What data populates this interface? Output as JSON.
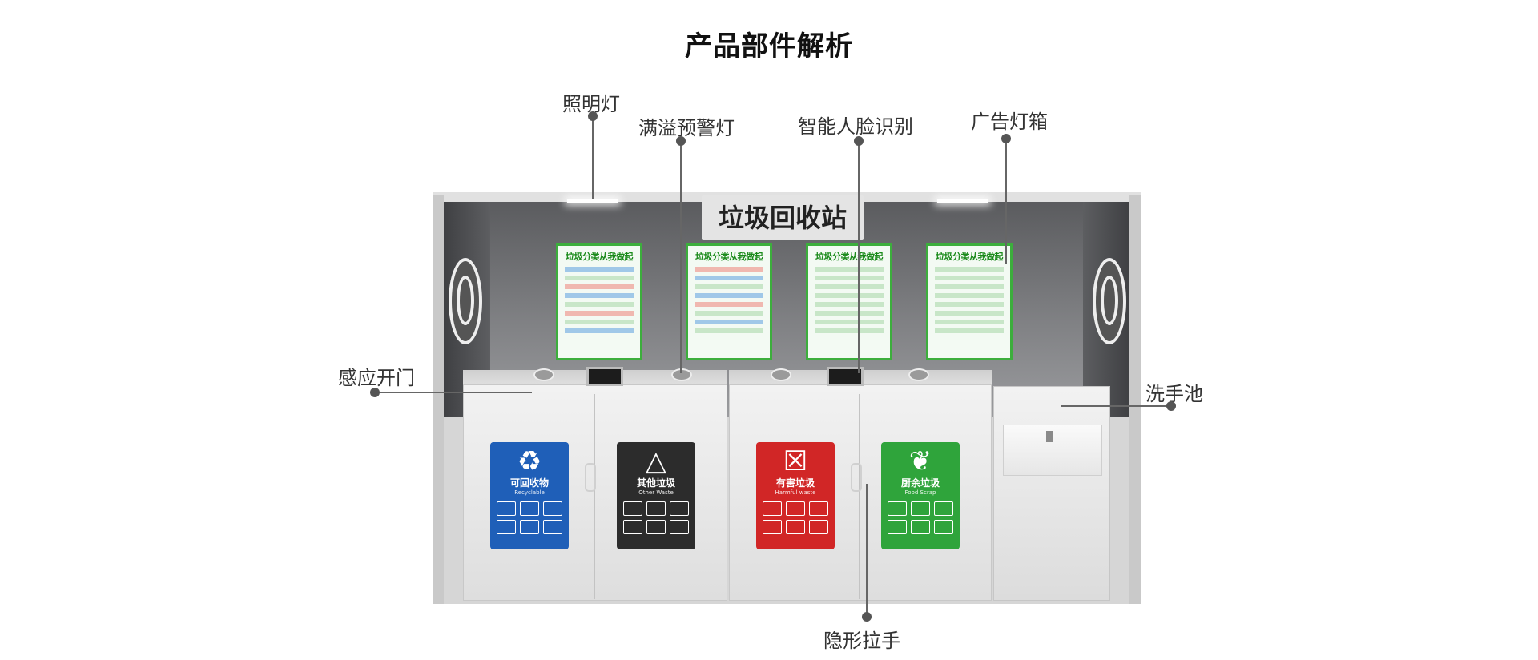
{
  "title": "产品部件解析",
  "station_sign": "垃圾回收站",
  "posters": [
    {
      "heading": "垃圾分类从我做起"
    },
    {
      "heading": "垃圾分类从我做起"
    },
    {
      "heading": "垃圾分类从我做起"
    },
    {
      "heading": "垃圾分类从我做起"
    }
  ],
  "bins": [
    {
      "name": "可回收物",
      "en": "Recyclable",
      "color": "#1f5fb8"
    },
    {
      "name": "其他垃圾",
      "en": "Other Waste",
      "color": "#2c2c2c"
    },
    {
      "name": "有害垃圾",
      "en": "Harmful waste",
      "color": "#d12626"
    },
    {
      "name": "厨余垃圾",
      "en": "Food Scrap",
      "color": "#2fa43b"
    }
  ],
  "callouts": {
    "lighting": "照明灯",
    "overflow_light": "满溢预警灯",
    "face_recognition": "智能人脸识别",
    "ad_lightbox": "广告灯箱",
    "sensor_door": "感应开门",
    "wash_basin": "洗手池",
    "hidden_handle": "隐形拉手"
  }
}
